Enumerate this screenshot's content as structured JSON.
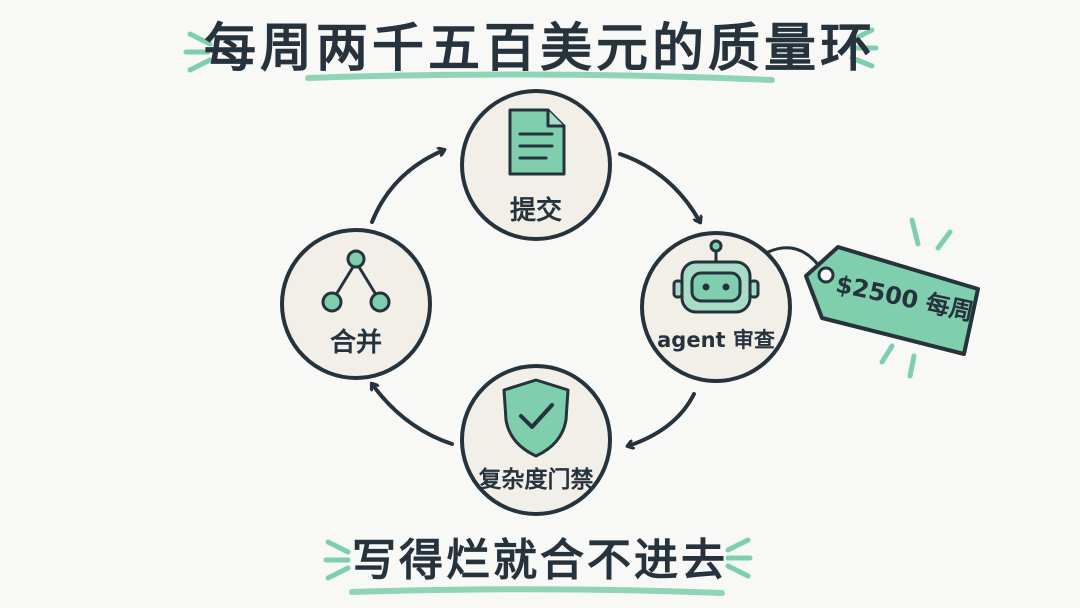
{
  "title": "每周两千五百美元的质量环",
  "subtitle": "写得烂就合不进去",
  "nodes": {
    "submit": {
      "label": "提交",
      "icon": "document-icon"
    },
    "review": {
      "label": "agent 审查",
      "icon": "robot-icon"
    },
    "gate": {
      "label": "复杂度门禁",
      "icon": "shield-check-icon"
    },
    "merge": {
      "label": "合并",
      "icon": "merge-branch-icon"
    }
  },
  "price_tag": {
    "text": "$2500 每周"
  },
  "colors": {
    "ink": "#26333d",
    "accent": "#7fcfae",
    "accent_light": "#a8dcc6",
    "circle_fill": "#f1efe8",
    "background": "#f8f9f7"
  }
}
